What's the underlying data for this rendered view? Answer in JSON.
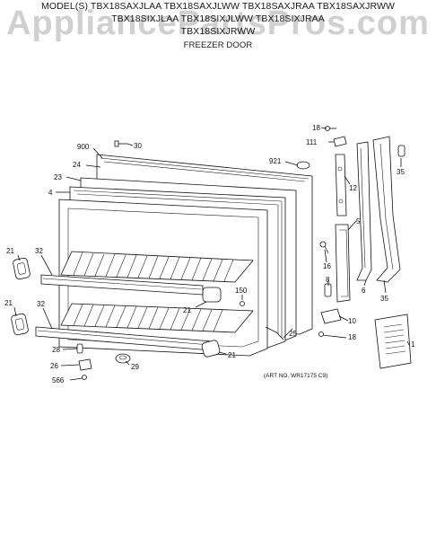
{
  "header": {
    "line1": "MODEL(S) TBX18SAXJLAA  TBX18SAXJLWW  TBX18SAXJRAA  TBX18SAXJRWW",
    "line2": "TBX18SIXJLAA  TBX18SIXJLWW  TBX18SIXJRAA",
    "line3": "TBX18SIXJRWW",
    "section": "FREEZER DOOR"
  },
  "watermark": "AppliancePartsPros.com",
  "art_number": "(ART NO. WR17175 C9)",
  "callouts": {
    "c18a": "18",
    "c111": "111",
    "c35a": "35",
    "c900": "900",
    "c30": "30",
    "c921": "921",
    "c24": "24",
    "c12": "12",
    "c23": "23",
    "c4": "4",
    "c5": "5",
    "c21a": "21",
    "c32a": "32",
    "c16": "16",
    "c150": "150",
    "c21b": "21",
    "c8": "8",
    "c6": "6",
    "c35b": "35",
    "c25": "25",
    "c21c": "21",
    "c32b": "32",
    "c10": "10",
    "c18b": "18",
    "c1": "1",
    "c28": "28",
    "c21d": "21",
    "c26": "26",
    "c29": "29",
    "c566": "566"
  }
}
